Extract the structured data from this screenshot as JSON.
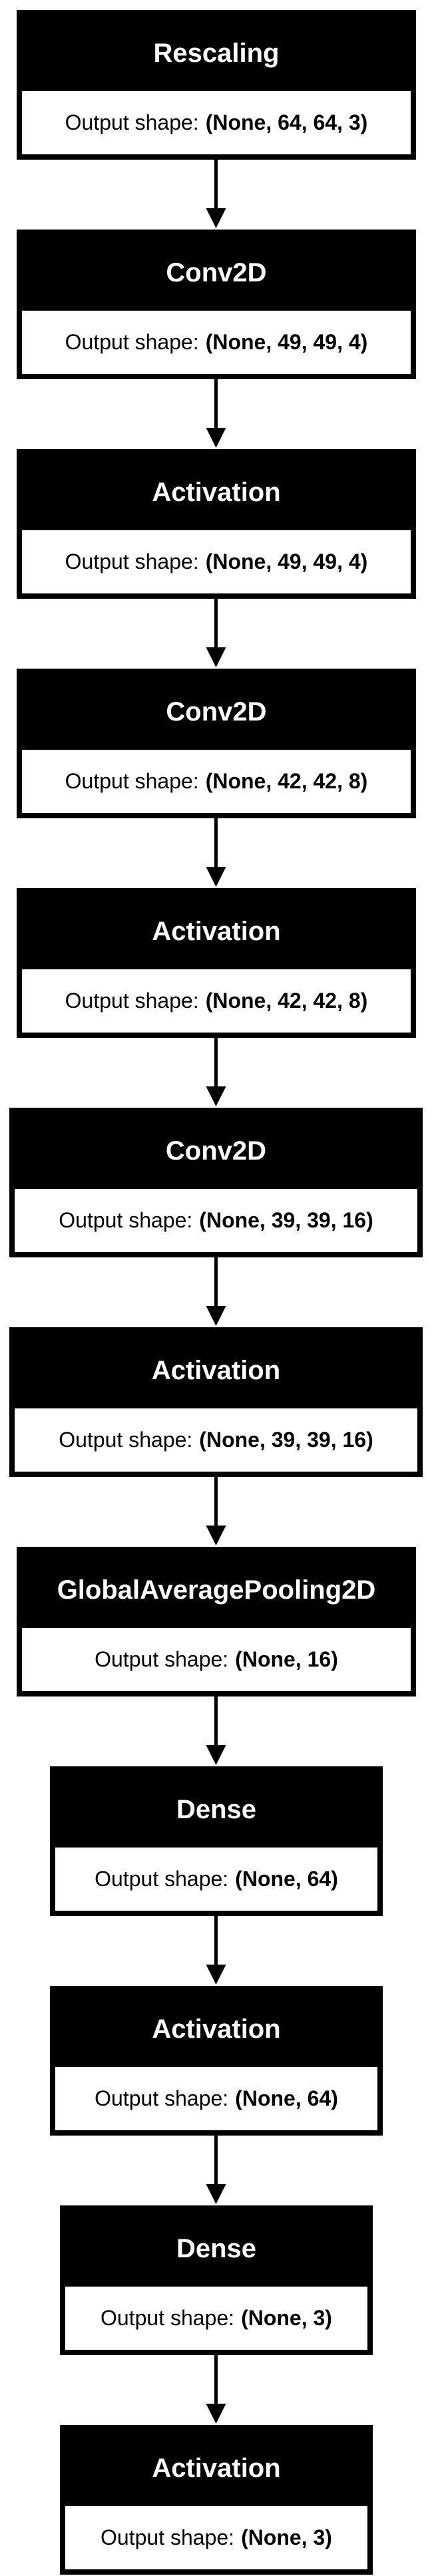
{
  "diagram": {
    "output_shape_label": "Output shape:",
    "layers": [
      {
        "name": "Rescaling",
        "shape": "(None, 64, 64, 3)"
      },
      {
        "name": "Conv2D",
        "shape": "(None, 49, 49, 4)"
      },
      {
        "name": "Activation",
        "shape": "(None, 49, 49, 4)"
      },
      {
        "name": "Conv2D",
        "shape": "(None, 42, 42, 8)"
      },
      {
        "name": "Activation",
        "shape": "(None, 42, 42, 8)"
      },
      {
        "name": "Conv2D",
        "shape": "(None, 39, 39, 16)"
      },
      {
        "name": "Activation",
        "shape": "(None, 39, 39, 16)"
      },
      {
        "name": "GlobalAveragePooling2D",
        "shape": "(None, 16)"
      },
      {
        "name": "Dense",
        "shape": "(None, 64)"
      },
      {
        "name": "Activation",
        "shape": "(None, 64)"
      },
      {
        "name": "Dense",
        "shape": "(None, 3)"
      },
      {
        "name": "Activation",
        "shape": "(None, 3)"
      }
    ],
    "colors": {
      "header_bg": "#000000",
      "header_text": "#ffffff",
      "border": "#000000",
      "body_bg": "#ffffff",
      "arrow": "#000000"
    }
  }
}
